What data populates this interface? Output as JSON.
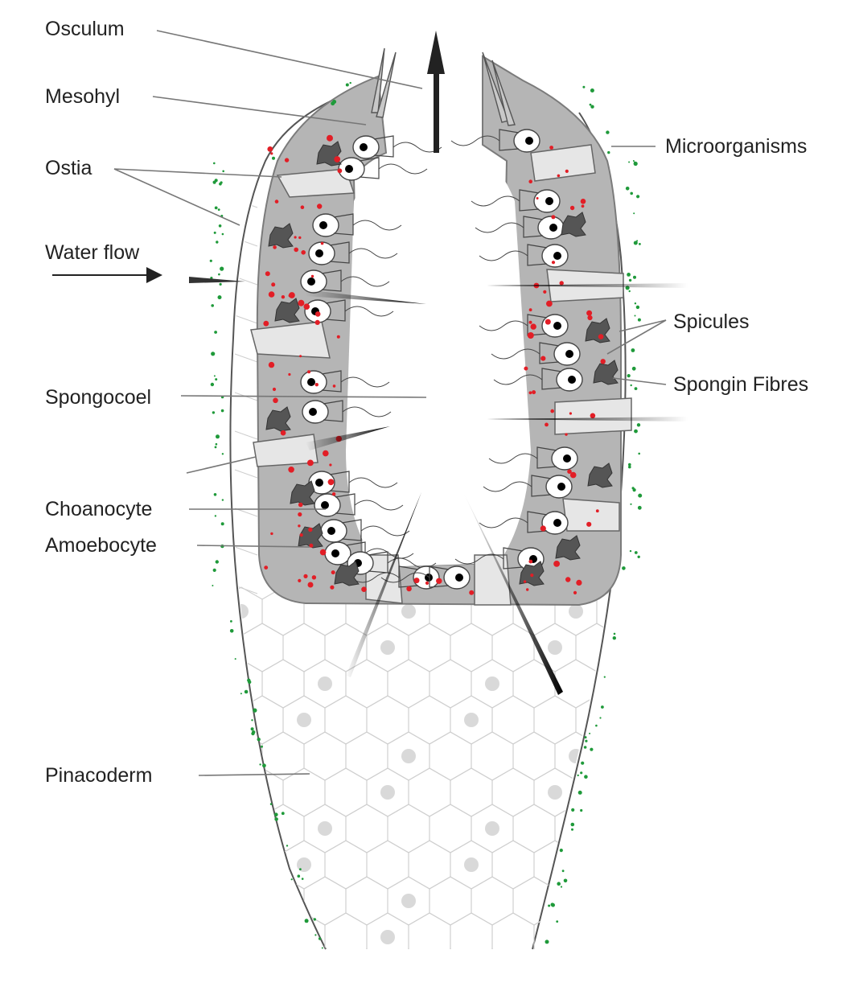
{
  "labels": {
    "osculum": "Osculum",
    "mesohyl": "Mesohyl",
    "ostia": "Ostia",
    "water_flow": "Water flow",
    "spongocoel": "Spongocoel",
    "choanocyte": "Choanocyte",
    "amoebocyte": "Amoebocyte",
    "pinacoderm": "Pinacoderm",
    "microorganisms": "Microorganisms",
    "spicules": "Spicules",
    "spongin_fibres": "Spongin Fibres"
  },
  "colors": {
    "mesohyl_wall": "#9a9a9a",
    "mesohyl_light": "#c8c8c8",
    "spongocoel": "#ffffff",
    "pinacocyte_nucleus": "#d9d9d9",
    "choanocyte_nucleus": "#000000",
    "mesohyl_particles": "#e21e26",
    "microorganisms": "#1f9a3a",
    "amoebocyte": "#555555",
    "leader_line": "#777777",
    "arrow": "#222222"
  }
}
